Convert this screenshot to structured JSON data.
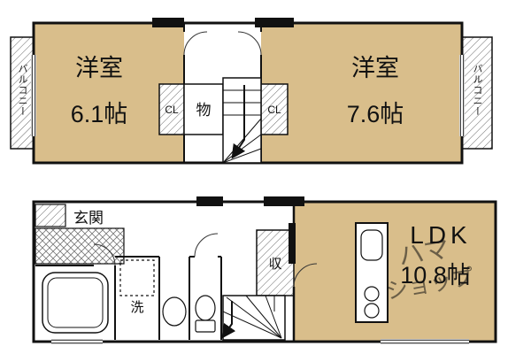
{
  "colors": {
    "room_fill": "#d9be8b",
    "wall": "#1a1a1a",
    "watermark": "#8f8f8f"
  },
  "upper_floor": {
    "balcony_left": "バルコニー",
    "balcony_right": "バルコニー",
    "room_left_name": "洋室",
    "room_left_size": "6.1帖",
    "room_right_name": "洋室",
    "room_right_size": "7.6帖",
    "closet_left": "CL",
    "closet_right": "CL",
    "storage": "物"
  },
  "lower_floor": {
    "entrance": "玄関",
    "laundry": "洗",
    "storage": "収",
    "ldk_name": "LDK",
    "ldk_size": "10.8帖"
  },
  "watermark": {
    "line1": "ハマ",
    "line2": "ショップ"
  }
}
